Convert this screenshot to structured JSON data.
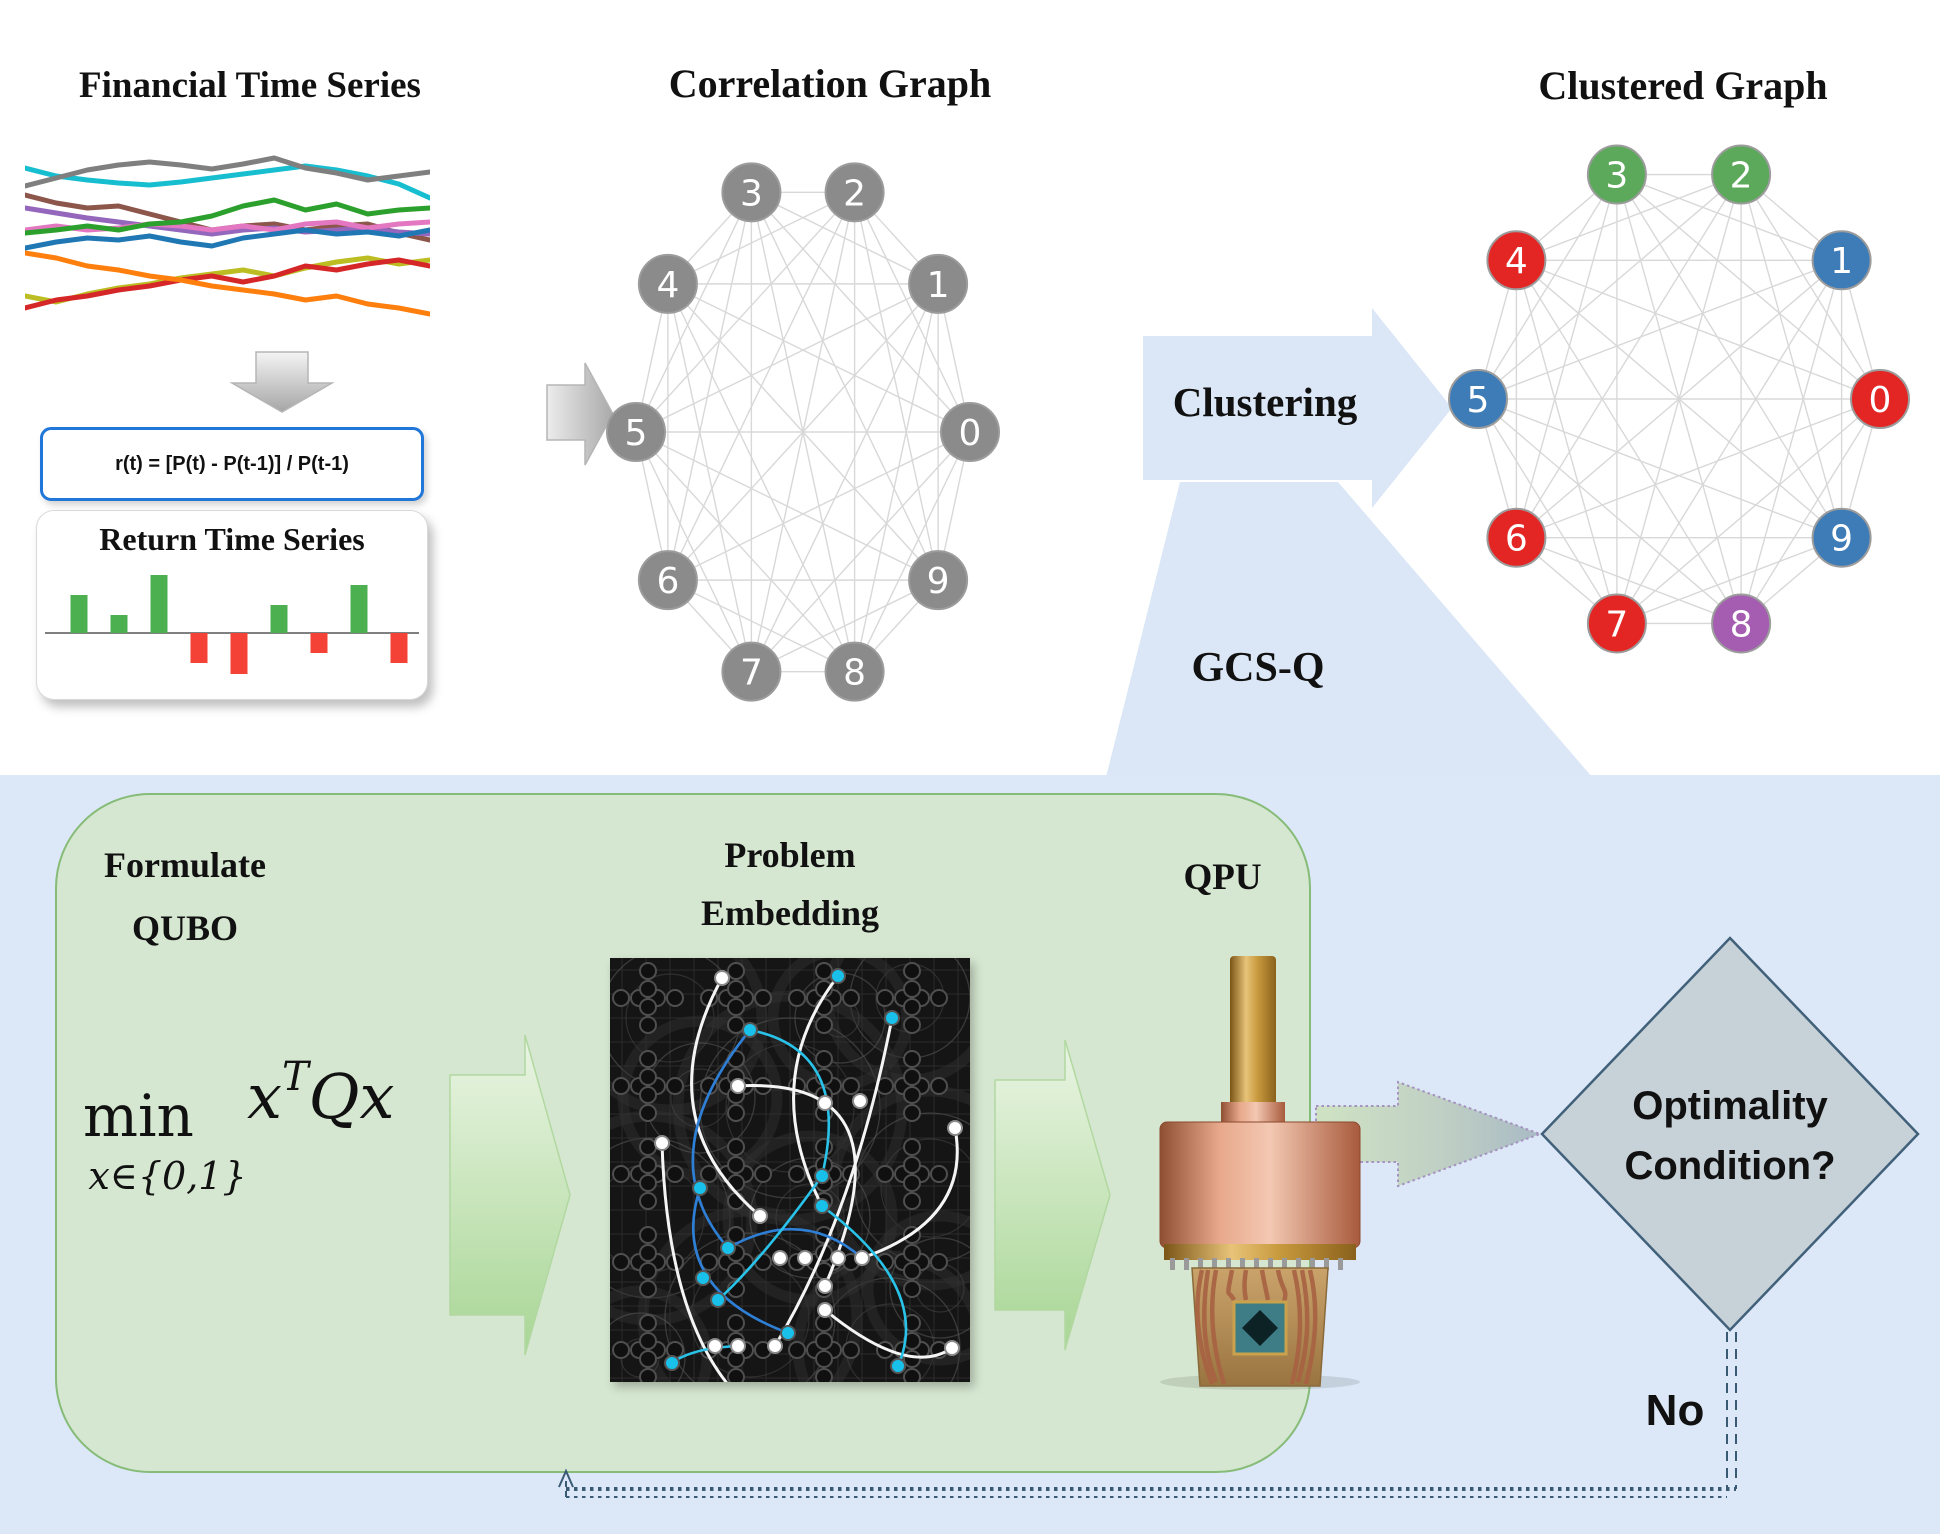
{
  "page": {
    "background": "#ffffff",
    "blue_panel_color": "#dce8f7",
    "green_panel_fill": "#d5e7d0",
    "green_panel_border": "#86bb78"
  },
  "fts": {
    "title": "Financial Time Series",
    "type": "line",
    "series": [
      {
        "color": "#8c564b",
        "values": [
          77,
          85,
          90,
          88,
          96,
          104,
          112,
          108,
          106,
          112,
          108,
          106,
          115,
          122
        ]
      },
      {
        "color": "#9467bd",
        "values": [
          90,
          95,
          100,
          104,
          108,
          112,
          116,
          112,
          110,
          114,
          112,
          110,
          114,
          116
        ]
      },
      {
        "color": "#e377c2",
        "values": [
          112,
          108,
          112,
          110,
          106,
          108,
          112,
          108,
          112,
          106,
          104,
          110,
          106,
          104
        ]
      },
      {
        "color": "#1f77b4",
        "values": [
          130,
          124,
          120,
          122,
          118,
          124,
          128,
          120,
          116,
          112,
          116,
          114,
          118,
          112
        ]
      },
      {
        "color": "#bcbd22",
        "values": [
          178,
          184,
          176,
          170,
          166,
          160,
          156,
          152,
          158,
          150,
          144,
          140,
          146,
          142
        ]
      },
      {
        "color": "#d62728",
        "values": [
          190,
          182,
          178,
          172,
          168,
          162,
          158,
          164,
          158,
          148,
          152,
          146,
          142,
          148
        ]
      },
      {
        "color": "#ff7f0e",
        "values": [
          135,
          140,
          148,
          152,
          158,
          162,
          168,
          172,
          176,
          182,
          178,
          186,
          190,
          196
        ]
      },
      {
        "color": "#2ca02c",
        "values": [
          115,
          112,
          108,
          112,
          106,
          104,
          98,
          88,
          82,
          92,
          86,
          96,
          92,
          90
        ]
      },
      {
        "color": "#17becf",
        "values": [
          50,
          58,
          62,
          65,
          67,
          64,
          60,
          56,
          52,
          48,
          52,
          58,
          66,
          80
        ]
      },
      {
        "color": "#7f7f7f",
        "values": [
          68,
          60,
          52,
          47,
          44,
          47,
          51,
          46,
          40,
          50,
          55,
          62,
          58,
          54
        ]
      }
    ]
  },
  "formula_box": {
    "text": "r(t) = [P(t) - P(t-1)] / P(t-1)",
    "border_color": "#2176d9"
  },
  "return_chart": {
    "title": "Return Time Series",
    "type": "bar",
    "values": [
      38,
      18,
      58,
      -30,
      -41,
      28,
      -20,
      48,
      -30
    ],
    "positive_color": "#4caf50",
    "negative_color": "#f44336",
    "axis_color": "#808080"
  },
  "correlation_graph": {
    "title": "Correlation Graph",
    "layout": "circular",
    "edges": "complete",
    "nodes": [
      "0",
      "1",
      "2",
      "3",
      "4",
      "5",
      "6",
      "7",
      "8",
      "9"
    ],
    "node_color": "#8b8b8b",
    "node_stroke": "#9c9c9c",
    "edge_color": "#d8d8d8"
  },
  "clustered_graph": {
    "title": "Clustered Graph",
    "layout": "circular",
    "edges": "complete",
    "nodes": [
      "0",
      "1",
      "2",
      "3",
      "4",
      "5",
      "6",
      "7",
      "8",
      "9"
    ],
    "edge_color": "#d8d8d8",
    "node_stroke": "#9c9c9c",
    "assignments": {
      "0": "red",
      "1": "blue",
      "2": "green",
      "3": "green",
      "4": "red",
      "5": "blue",
      "6": "red",
      "7": "red",
      "8": "purple",
      "9": "blue"
    },
    "cluster_colors": {
      "green": "#5ca95b",
      "red": "#e32524",
      "blue": "#3e7cb7",
      "purple": "#a45db0"
    }
  },
  "flow": {
    "clustering_label": "Clustering",
    "gcsq_label": "GCS-Q",
    "formulate_line1": "Formulate",
    "formulate_line2": "QUBO",
    "embedding_line1": "Problem",
    "embedding_line2": "Embedding",
    "qpu_label": "QPU",
    "optimality_line1": "Optimality",
    "optimality_line2": "Condition?",
    "no_label": "No"
  },
  "equation": {
    "min": "min",
    "sub": "x∈{0,1}",
    "x": "x",
    "sup": "T",
    "rest": "Qx"
  },
  "embedding_art": {
    "background": "#151515",
    "wire_colors": {
      "white": "#f5f5f5",
      "cyan": "#29c3ea",
      "blue": "#2e7fd6"
    },
    "white_dots": [
      [
        128,
        128
      ],
      [
        52,
        185
      ],
      [
        215,
        145
      ],
      [
        250,
        143
      ],
      [
        150,
        258
      ],
      [
        170,
        300
      ],
      [
        195,
        300
      ],
      [
        228,
        300
      ],
      [
        252,
        300
      ],
      [
        215,
        328
      ],
      [
        215,
        352
      ],
      [
        105,
        388
      ],
      [
        128,
        388
      ],
      [
        165,
        388
      ],
      [
        143,
        452
      ],
      [
        345,
        170
      ],
      [
        342,
        390
      ],
      [
        112,
        20
      ]
    ],
    "cyan_dots": [
      [
        140,
        72
      ],
      [
        90,
        230
      ],
      [
        118,
        290
      ],
      [
        212,
        218
      ],
      [
        212,
        248
      ],
      [
        108,
        342
      ],
      [
        93,
        320
      ],
      [
        178,
        375
      ],
      [
        62,
        405
      ],
      [
        282,
        60
      ],
      [
        228,
        18
      ],
      [
        288,
        408
      ]
    ],
    "wires": [
      {
        "p": [
          112,
          20
        ],
        "c": [
          36,
          160
        ],
        "q": [
          150,
          258
        ],
        "color": "white"
      },
      {
        "p": [
          128,
          128
        ],
        "c": [
          305,
          118
        ],
        "q": [
          215,
          328
        ],
        "color": "white"
      },
      {
        "p": [
          52,
          185
        ],
        "c": [
          58,
          382
        ],
        "q": [
          143,
          452
        ],
        "color": "white"
      },
      {
        "p": [
          345,
          170
        ],
        "c": [
          362,
          262
        ],
        "q": [
          252,
          300
        ],
        "color": "white"
      },
      {
        "p": [
          228,
          18
        ],
        "c": [
          148,
          122
        ],
        "q": [
          212,
          248
        ],
        "color": "white"
      },
      {
        "p": [
          165,
          388
        ],
        "c": [
          244,
          256
        ],
        "q": [
          282,
          60
        ],
        "color": "white"
      },
      {
        "p": [
          342,
          390
        ],
        "c": [
          298,
          420
        ],
        "q": [
          215,
          352
        ],
        "color": "white"
      },
      {
        "p": [
          140,
          72
        ],
        "c": [
          242,
          92
        ],
        "q": [
          212,
          218
        ],
        "color": "cyan"
      },
      {
        "p": [
          140,
          72
        ],
        "c": [
          38,
          198
        ],
        "q": [
          118,
          290
        ],
        "color": "blue"
      },
      {
        "p": [
          90,
          230
        ],
        "c": [
          58,
          330
        ],
        "q": [
          178,
          375
        ],
        "color": "blue"
      },
      {
        "p": [
          212,
          248
        ],
        "c": [
          322,
          330
        ],
        "q": [
          288,
          408
        ],
        "color": "cyan"
      },
      {
        "p": [
          62,
          405
        ],
        "c": [
          82,
          390
        ],
        "q": [
          128,
          388
        ],
        "color": "cyan"
      },
      {
        "p": [
          118,
          290
        ],
        "c": [
          192,
          248
        ],
        "q": [
          252,
          300
        ],
        "color": "blue"
      },
      {
        "p": [
          212,
          218
        ],
        "c": [
          152,
          302
        ],
        "q": [
          108,
          342
        ],
        "color": "cyan"
      }
    ]
  }
}
